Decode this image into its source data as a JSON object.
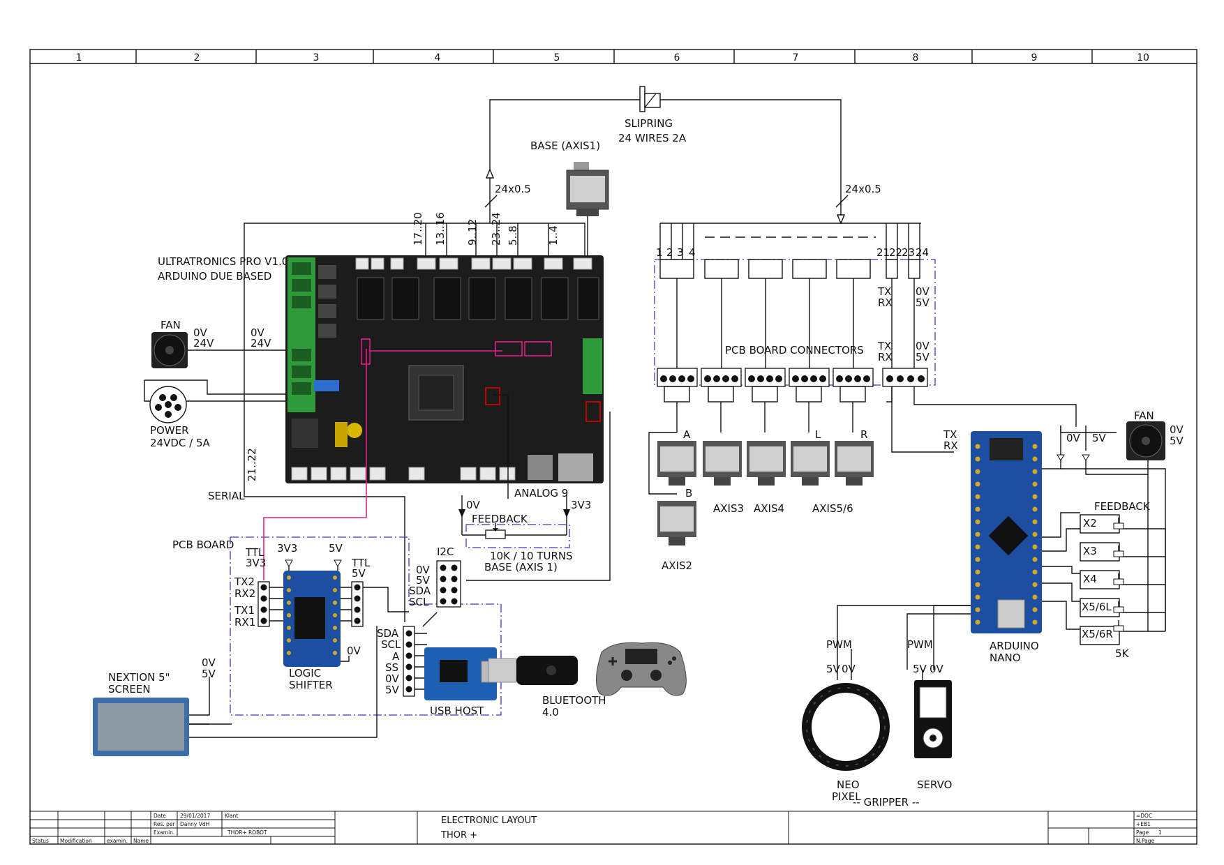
{
  "grid": {
    "columns": [
      "1",
      "2",
      "3",
      "4",
      "5",
      "6",
      "7",
      "8",
      "9",
      "10"
    ]
  },
  "labels": {
    "slipring": "SLIPRING",
    "slipring_spec": "24 WIRES 2A",
    "base_axis1": "BASE (AXIS1)",
    "wire_left": "24x0.5",
    "wire_right": "24x0.5",
    "pin_17_20": "17..20",
    "pin_13_16": "13..16",
    "pin_9_12": "9..12",
    "pin_23_24": "23..24",
    "pin_5_8": "5..8",
    "pin_1_4": "1..4",
    "board_title": "ULTRATRONICS PRO V1.0",
    "board_sub": "ARDUINO DUE BASED",
    "fan_left": "FAN",
    "fan_left_0v": "0V",
    "fan_left_24v": "24V",
    "board_0v": "0V",
    "board_24v": "24V",
    "power": "POWER",
    "power_spec": "24VDC / 5A",
    "serial": "SERIAL",
    "serial_pins": "21..22",
    "analog9": "ANALOG 9",
    "feedback_base": "FEEDBACK",
    "pot_0v": "0V",
    "pot_3v3": "3V3",
    "pot_spec": "10K / 10 TURNS",
    "pot_base": "BASE (AXIS 1)",
    "pcb_board": "PCB BOARD",
    "ttl_3v3_a": "TTL",
    "ttl_3v3_b": "3V3",
    "ls_3v3": "3V3",
    "ls_5v": "5V",
    "ttl_5v_a": "TTL",
    "ttl_5v_b": "5V",
    "tx2": "TX2",
    "rx2": "RX2",
    "tx1": "TX1",
    "rx1": "RX1",
    "ls_0v": "0V",
    "logic": "LOGIC",
    "shifter": "SHIFTER",
    "i2c": "I2C",
    "i2c_0v": "0V",
    "i2c_5v": "5V",
    "i2c_sda": "SDA",
    "i2c_scl": "SCL",
    "usb_sda": "SDA",
    "usb_scl": "SCL",
    "usb_a": "A",
    "usb_ss": "SS",
    "usb_0v": "0V",
    "usb_5v": "5V",
    "usb_host": "USB HOST",
    "bluetooth": "BLUETOOTH",
    "bluetooth_ver": "4.0",
    "nextion": "NEXTION 5\"",
    "screen": "SCREEN",
    "nex_0v": "0V",
    "nex_5v": "5V",
    "conn_nums": [
      "1",
      "2",
      "3",
      "4",
      "21",
      "22",
      "23",
      "24"
    ],
    "pcb_connectors": "PCB BOARD CONNECTORS",
    "tx_a": "TX",
    "rx_a": "RX",
    "ov_a": "0V",
    "v5_a": "5V",
    "tx_b": "TX",
    "rx_b": "RX",
    "ov_b": "0V",
    "v5_b": "5V",
    "motor_a": "A",
    "motor_b": "B",
    "motor_l": "L",
    "motor_r": "R",
    "axis2": "AXIS2",
    "axis3": "AXIS3",
    "axis4": "AXIS4",
    "axis56": "AXIS5/6",
    "nano_tx": "TX",
    "nano_rx": "RX",
    "nano_0v": "0V",
    "nano_5v": "5V",
    "fan_right": "FAN",
    "fan_right_0v": "0V",
    "fan_right_5v": "5V",
    "feedback_right": "FEEDBACK",
    "x2": "X2",
    "x3": "X3",
    "x4": "X4",
    "x56l": "X5/6L",
    "x56r": "X5/6R",
    "k5": "5K",
    "arduino": "ARDUINO",
    "nano": "NANO",
    "pwm_a": "PWM",
    "pwm_b": "PWM",
    "neo_5v": "5V",
    "neo_0v": "0V",
    "servo_5v": "5V",
    "servo_0v": "0V",
    "neo": "NEO",
    "pixel": "PIXEL",
    "servo": "SERVO",
    "gripper": "-- GRIPPER --"
  },
  "title_block": {
    "date_label": "Date",
    "date_value": "29/01/2017",
    "res_label": "Res. per",
    "res_value": "Danny VdH",
    "examin_label": "Examin.",
    "klant_label": "Klant",
    "project": "THOR+ ROBOT",
    "drawing_title": "ELECTRONIC LAYOUT",
    "drawing_sub": "THOR +",
    "status": "Status",
    "modification": "Modification",
    "examin": "examin.",
    "name": "Name",
    "doc": "=DOC",
    "eb": "+EB1",
    "page_label": "Page",
    "page_value": "1",
    "npage": "N.Page"
  },
  "colors": {
    "line": "#111111",
    "dash": "#4433cc",
    "pink": "#e0208a",
    "red": "#e00000",
    "pcb_dark": "#1a1a1a",
    "terminal_green": "#2e9a3a",
    "nano_blue": "#1d4fa0"
  }
}
